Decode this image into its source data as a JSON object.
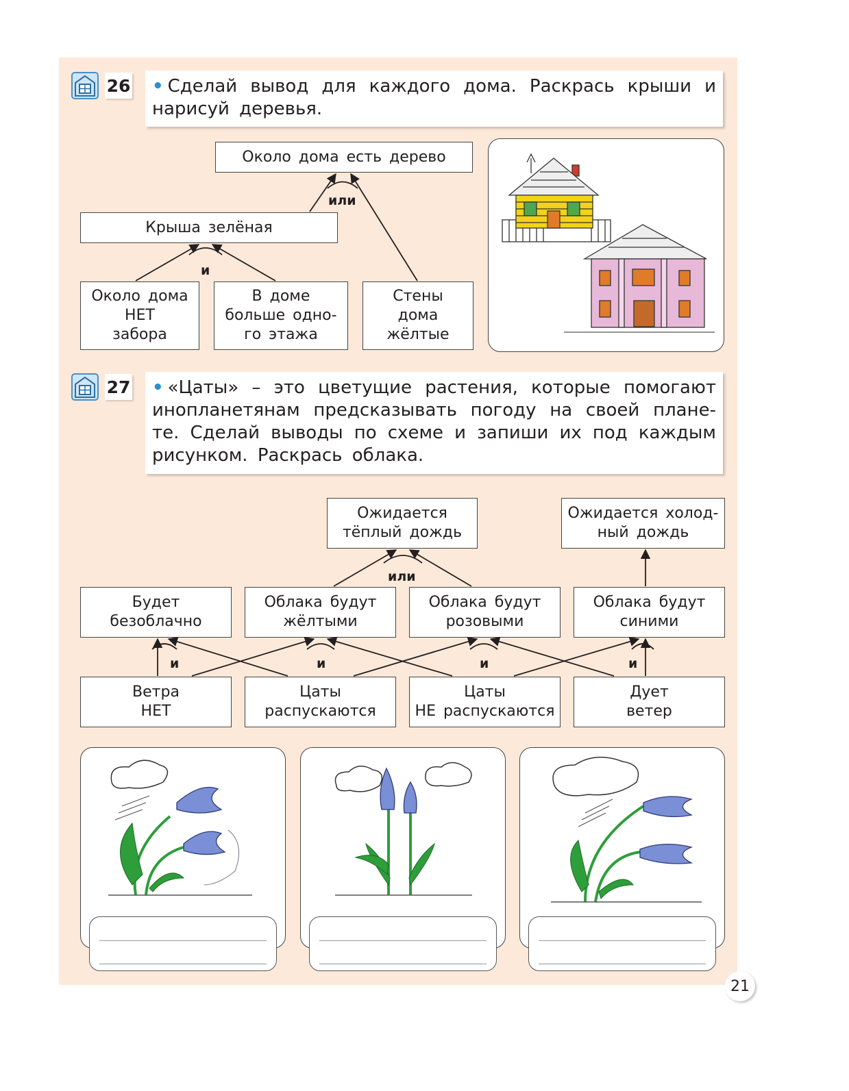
{
  "page": {
    "number": "21"
  },
  "task26": {
    "number": "26",
    "text": "Сделай вывод для каждого дома. Раскрась крыши и нарисуй деревья.",
    "diagram": {
      "top": "Около дома есть дерево",
      "roof": "Крыша зелёная",
      "no_fence": "Около дома\nНЕТ\nзабора",
      "floors": "В доме\nбольше одно-\nго этажа",
      "walls": "Стены\nдома\nжёлтые",
      "or_label": "или",
      "and_label": "и"
    }
  },
  "task27": {
    "number": "27",
    "text": "«Цаты» – это цветущие растения, которые помогают инопланетянам предсказывать погоду на своей плане-те. Сделай выводы по схеме и запиши их под каждым рисунком. Раскрась облака.",
    "diagram": {
      "warm_rain": "Ожидается\nтёплый дождь",
      "cold_rain": "Ожидается холод-\nный дождь",
      "cloudless": "Будет\nбезоблачно",
      "yellow": "Облака будут\nжёлтыми",
      "pink": "Облака будут\nрозовыми",
      "blue": "Облака будут\nсиними",
      "no_wind": "Ветра\nНЕТ",
      "bloom": "Цаты\nраспускаются",
      "no_bloom": "Цаты\nНЕ распускаются",
      "wind": "Дует\nветер",
      "or_label": "или",
      "and1": "и",
      "and2": "и",
      "and3": "и",
      "and4": "и"
    }
  },
  "colors": {
    "panel_bg": "#fde9d9",
    "icon_blue": "#4a90c8",
    "bullet": "#2a8fd0",
    "flower": "#7b8fd6",
    "leaf": "#2e9e3a",
    "wall_yellow": "#f2d21a",
    "wall_pink": "#e8b8d8"
  }
}
